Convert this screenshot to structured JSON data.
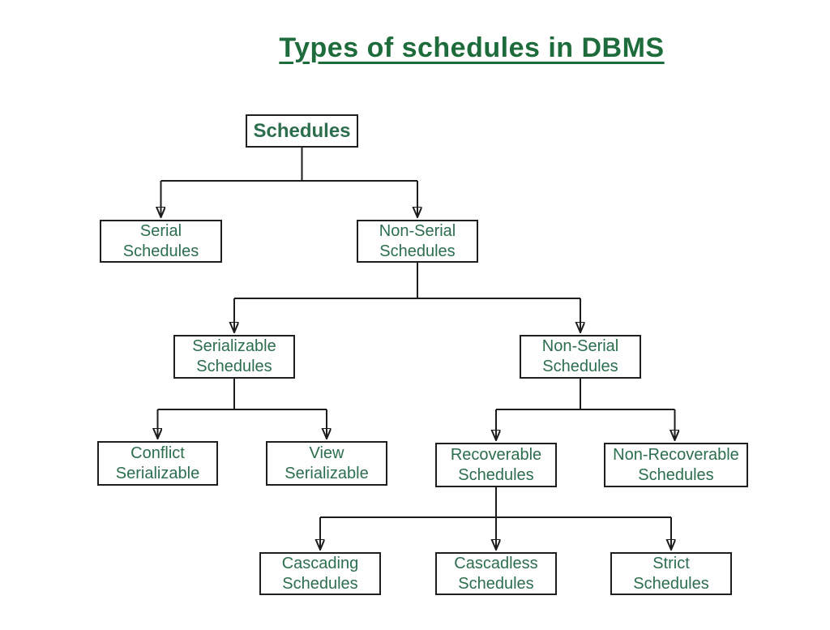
{
  "title": "Types of schedules in DBMS",
  "colors": {
    "title_green": "#1e6b3c",
    "node_text_green": "#2d6e4e",
    "node_border": "#1f1f1f",
    "connector_line": "#1c1c1c",
    "background": "#ffffff"
  },
  "nodes": {
    "schedules": {
      "label": "Schedules"
    },
    "serial": {
      "label": "Serial\nSchedules"
    },
    "nonserial_l2": {
      "label": "Non-Serial\nSchedules"
    },
    "serializable": {
      "label": "Serializable\nSchedules"
    },
    "nonserial_l3": {
      "label": "Non-Serial\nSchedules"
    },
    "conflict": {
      "label": "Conflict\nSerializable"
    },
    "view": {
      "label": "View\nSerializable"
    },
    "recoverable": {
      "label": "Recoverable\nSchedules"
    },
    "nonrecoverable": {
      "label": "Non-Recoverable\nSchedules"
    },
    "cascading": {
      "label": "Cascading\nSchedules"
    },
    "cascadless": {
      "label": "Cascadless\nSchedules"
    },
    "strict": {
      "label": "Strict\nSchedules"
    }
  }
}
